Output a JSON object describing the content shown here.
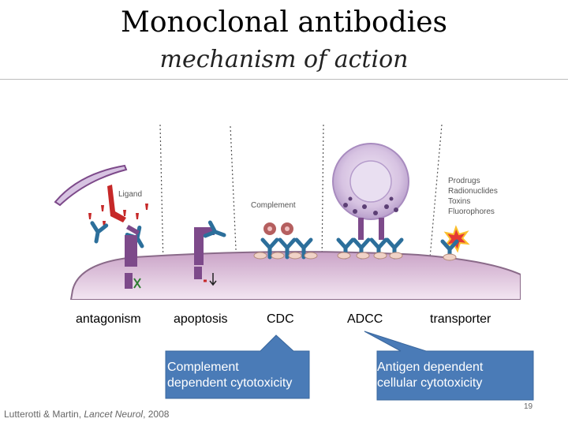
{
  "header": {
    "title": "Monoclonal antibodies",
    "subtitle": "mechanism of action"
  },
  "diagram": {
    "labels": {
      "ligand": "Ligand",
      "complement": "Complement",
      "payloads": [
        "Prodrugs",
        "Radionuclides",
        "Toxins",
        "Fluorophores"
      ]
    }
  },
  "mechanisms": [
    "antagonism",
    "apoptosis",
    "CDC",
    "ADCC",
    "transporter"
  ],
  "callouts": {
    "cdc": {
      "line1": "Complement",
      "line2": "dependent cytotoxicity"
    },
    "adcc": {
      "line1": "Antigen dependent",
      "line2": "cellular cytotoxicity"
    }
  },
  "footer": {
    "citation_authors": "Lutterotti & Martin, ",
    "citation_journal": "Lancet Neurol",
    "citation_year": ", 2008",
    "page_number": "19"
  },
  "colors": {
    "membrane": "#d9b7d6",
    "antibody": "#2c6f9b",
    "ligand": "#c62828",
    "receptor": "#7d4a8a",
    "callout": "#4a7bb7",
    "cell": "#cbb4dc"
  }
}
